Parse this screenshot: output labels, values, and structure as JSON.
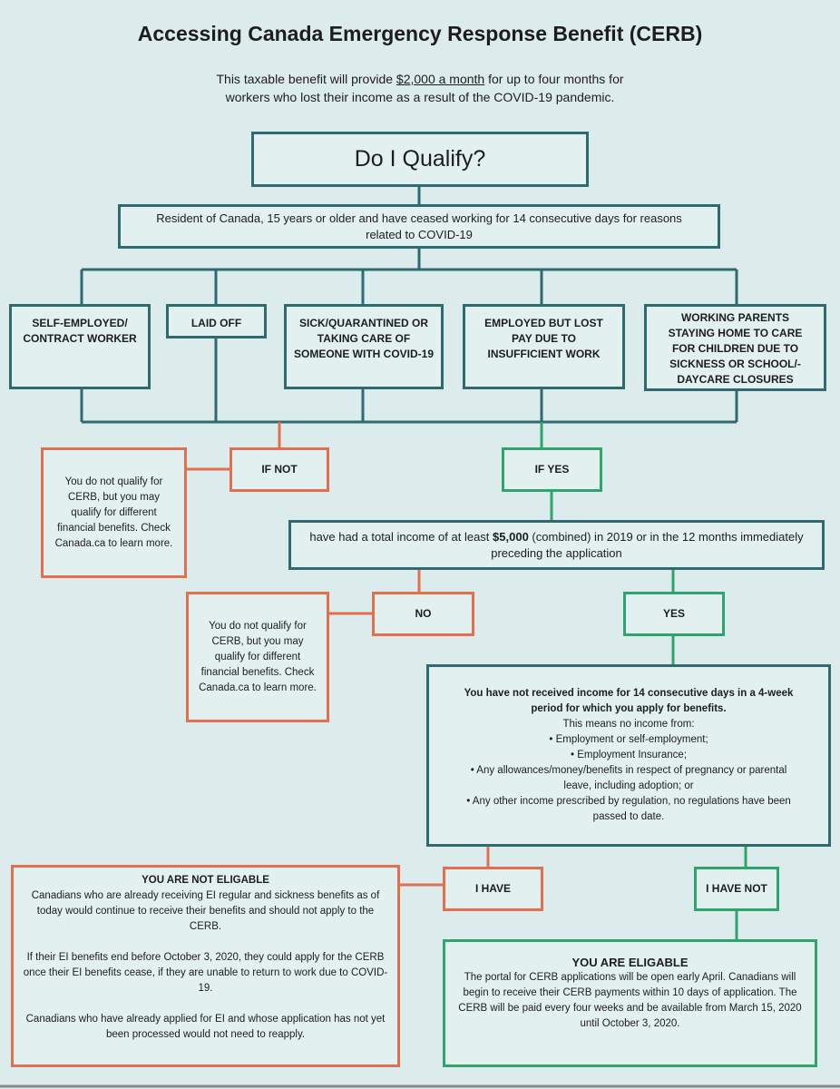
{
  "title": "Accessing Canada Emergency Response Benefit (CERB)",
  "subtitle": {
    "before": "This taxable benefit will provide ",
    "highlight": "$2,000 a month",
    "after": " for up to four months for",
    "line2": "workers who lost their income as a result of the COVID-19 pandemic."
  },
  "qualify": "Do I Qualify?",
  "resident": "Resident of Canada, 15 years or older and have ceased working for 14 consecutive days for reasons related to COVID-19",
  "categories": [
    "SELF-EMPLOYED/ CONTRACT WORKER",
    "LAID OFF",
    "SICK/QUARANTINED OR TAKING CARE OF SOMEONE WITH COVID-19",
    "EMPLOYED BUT LOST PAY DUE TO INSUFFICIENT WORK",
    "WORKING PARENTS STAYING HOME TO CARE FOR CHILDREN DUE TO SICKNESS OR SCHOOL/-DAYCARE CLOSURES"
  ],
  "if_not": "IF NOT",
  "if_yes": "IF YES",
  "not_qualify_1": "You do not qualify for CERB, but you may qualify for different financial benefits. Check Canada.ca to learn more.",
  "income": {
    "before": "have had a total income of at least ",
    "amount": "$5,000",
    "after": " (combined) in 2019 or in the 12 months immediately preceding the application"
  },
  "no": "NO",
  "yes": "YES",
  "not_qualify_2": "You do not qualify for CERB, but you may qualify for different financial benefits. Check Canada.ca to learn more.",
  "condition": {
    "heading": "You have not received income for 14 consecutive days in a 4-week period for which you apply for benefits.",
    "intro": "This means no income from:",
    "items": [
      "• Employment or self-employment;",
      "• Employment Insurance;",
      "• Any allowances/money/benefits in respect of pregnancy or parental leave, including adoption; or",
      "• Any other income prescribed by regulation, no regulations have been passed to date."
    ]
  },
  "i_have": "I HAVE",
  "i_have_not": "I HAVE NOT",
  "not_eligible": {
    "heading": "YOU ARE NOT ELIGABLE",
    "paragraphs": [
      "Canadians who are already receiving EI regular and sickness benefits as of today would continue to receive their benefits and should not apply to the CERB.",
      "If their EI benefits end before October 3, 2020, they could apply for the CERB once their EI benefits cease, if they are unable to return to work due to COVID-19.",
      "Canadians who have already applied for EI and whose application has not yet been processed would not need to reapply."
    ]
  },
  "eligible": {
    "heading": "YOU ARE ELIGABLE",
    "text": "The portal for CERB applications will be open early April. Canadians will begin to receive their CERB payments within 10 days of application. The CERB will be paid every four weeks and be available from March 15, 2020 until October 3, 2020."
  },
  "colors": {
    "background": "#dcecec",
    "teal": "#2f6a70",
    "orange": "#e2704e",
    "green": "#2ea56d"
  }
}
